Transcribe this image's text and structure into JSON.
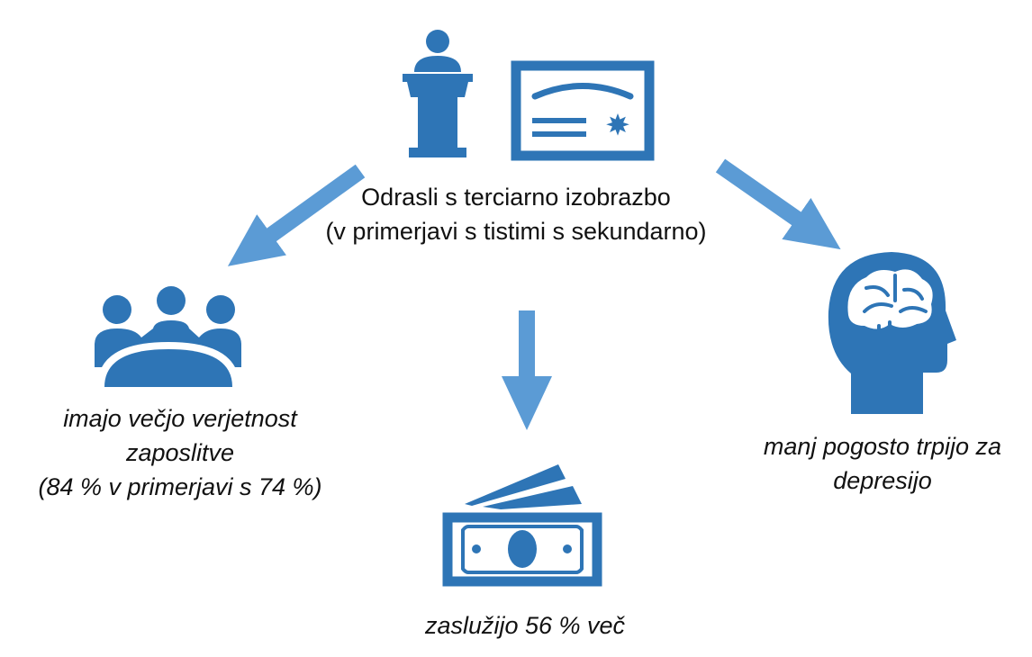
{
  "colors": {
    "icon": "#2e75b6",
    "arrow": "#5b9bd5",
    "text": "#111111",
    "background": "#ffffff"
  },
  "icons": {
    "center": [
      "podium-speaker-icon",
      "certificate-icon"
    ],
    "left": "meeting-group-icon",
    "bottom": "banknotes-icon",
    "right": "head-brain-icon"
  },
  "center": {
    "line1": "Odrasli s terciarno izobrazbo",
    "line2": "(v primerjavi s tistimi s sekundarno)"
  },
  "left": {
    "line1": "imajo večjo verjetnost",
    "line2": "zaposlitve",
    "line3": "(84 % v primerjavi s 74 %)"
  },
  "bottom": {
    "line1": "zaslužijo 56 % več"
  },
  "right": {
    "line1": "manj pogosto trpijo za",
    "line2": "depresijo"
  }
}
